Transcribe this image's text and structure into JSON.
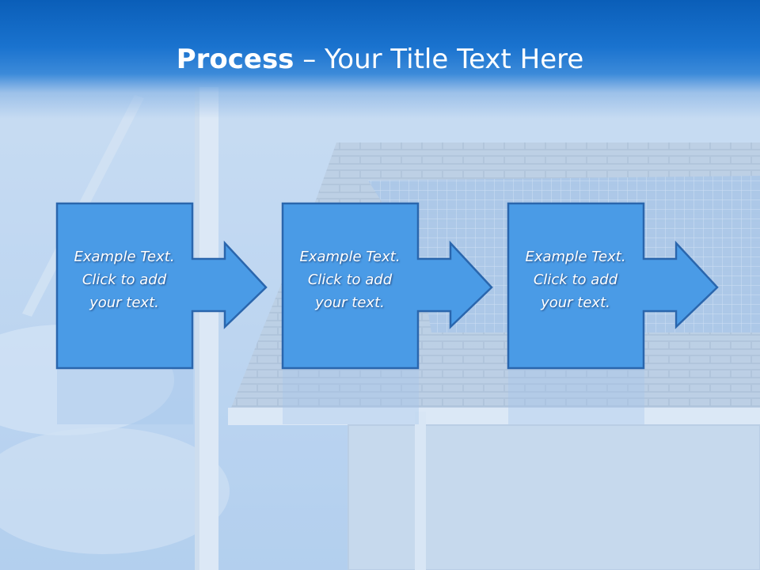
{
  "slide": {
    "title_bold": "Process",
    "title_rest": " – Your Title Text Here",
    "steps": [
      {
        "line1": "Example Text.",
        "line2": "Click  to add",
        "line3": "your text."
      },
      {
        "line1": "Example Text.",
        "line2": "Click  to add",
        "line3": "your text."
      },
      {
        "line1": "Example Text.",
        "line2": "Click  to add",
        "line3": "your text."
      }
    ]
  },
  "colors": {
    "header_blue": "#0a5eb8",
    "box_fill": "#4a9be6",
    "box_border": "#2a66ad",
    "text": "#ffffff"
  }
}
